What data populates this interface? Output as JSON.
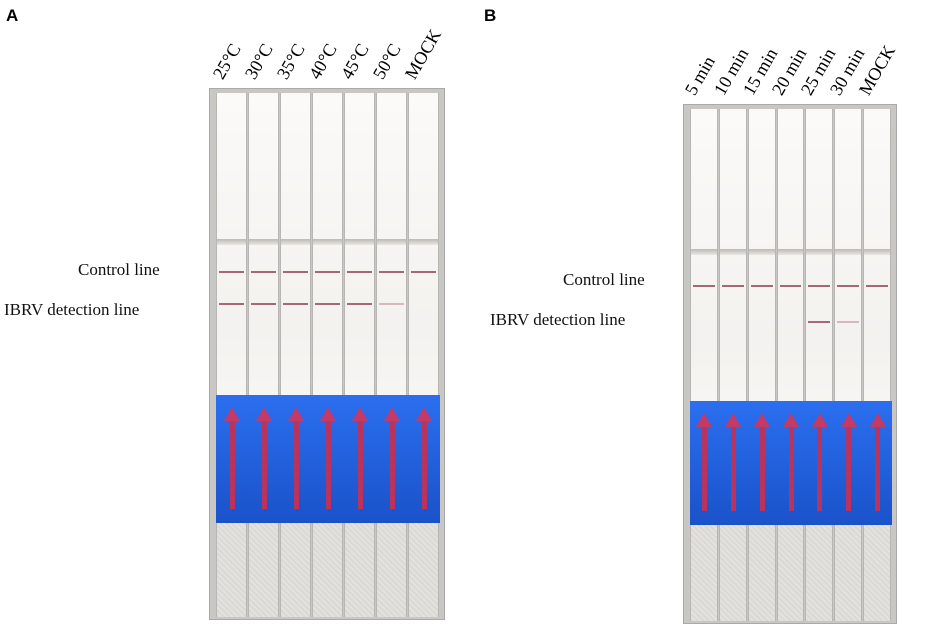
{
  "panels": [
    {
      "letter": "A",
      "columns": [
        "25°C",
        "30°C",
        "35°C",
        "40°C",
        "45°C",
        "50°C",
        "MOCK"
      ],
      "control_label": "Control line",
      "detection_label": "IBRV detection line"
    },
    {
      "letter": "B",
      "columns": [
        "5 min",
        "10 min",
        "15 min",
        "20 min",
        "25 min",
        "30 min",
        "MOCK"
      ],
      "control_label": "Control line",
      "detection_label": "IBRV detection line"
    }
  ],
  "colors": {
    "test_line": "#9a4d60",
    "sample_pad_band": "#1f5fd8",
    "arrow": "#c23a66"
  }
}
